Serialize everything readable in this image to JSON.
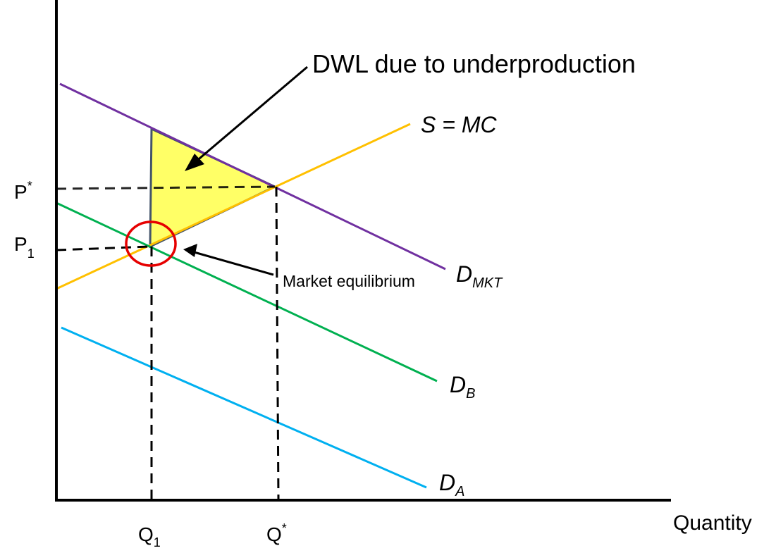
{
  "labels": {
    "dwl": "DWL due to underproduction",
    "supply": "S = MC",
    "d_mkt_main": "D",
    "d_mkt_sub": "MKT",
    "d_b_main": "D",
    "d_b_sub": "B",
    "d_a_main": "D",
    "d_a_sub": "A",
    "market_eq": "Market equilibrium",
    "x_axis": "Quantity",
    "p_star_main": "P",
    "p_star_sup": "*",
    "p1_main": "P",
    "p1_sub": "1",
    "q1_main": "Q",
    "q1_sub": "1",
    "q_star_main": "Q",
    "q_star_sup": "*"
  },
  "colors": {
    "supply": "#FFC000",
    "d_mkt": "#7030A0",
    "d_b": "#00B050",
    "d_a": "#00B0F0",
    "dwl_fill": "#FFFF66",
    "dwl_stroke": "#44546A",
    "eq_circle": "#E60000",
    "axis": "#000000"
  }
}
